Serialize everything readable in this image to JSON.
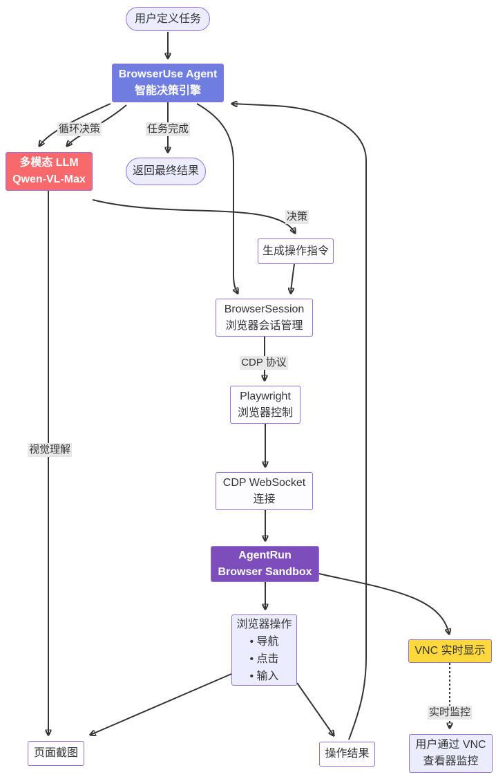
{
  "diagram": {
    "nodes": {
      "user_task": {
        "label": "用户定义任务"
      },
      "agent": {
        "line1": "BrowserUse Agent",
        "line2": "智能决策引擎"
      },
      "llm": {
        "line1": "多模态 LLM",
        "line2": "Qwen-VL-Max"
      },
      "final_result": {
        "label": "返回最终结果"
      },
      "gen_instruction": {
        "label": "生成操作指令"
      },
      "browser_session": {
        "line1": "BrowserSession",
        "line2": "浏览器会话管理"
      },
      "playwright": {
        "line1": "Playwright",
        "line2": "浏览器控制"
      },
      "cdp_websocket": {
        "line1": "CDP WebSocket",
        "line2": "连接"
      },
      "agentrun": {
        "line1": "AgentRun",
        "line2": "Browser Sandbox"
      },
      "browser_ops": {
        "title": "浏览器操作",
        "bullets": [
          "• 导航",
          "• 点击",
          "• 输入"
        ]
      },
      "vnc": {
        "label": "VNC 实时显示"
      },
      "vnc_viewer": {
        "line1": "用户通过 VNC",
        "line2": "查看器监控"
      },
      "screenshot": {
        "label": "页面截图"
      },
      "op_result": {
        "label": "操作结果"
      }
    },
    "edge_labels": {
      "loop_decision": "循环决策",
      "task_done": "任务完成",
      "decision": "决策",
      "cdp_protocol": "CDP 协议",
      "visual_understanding": "视觉理解",
      "realtime_monitor": "实时监控"
    },
    "colors": {
      "edge": "#333333",
      "node_border": "#9370DB",
      "node_fill": "#fdfdff",
      "soft_fill": "#ECECFF",
      "agent_fill": "#6f7de0",
      "llm_fill": "#f8696b",
      "agentrun_fill": "#7d4dbb",
      "vnc_fill": "#ffd83d",
      "label_bg": "#e8e8e8",
      "text_dark": "#333333",
      "text_light": "#ffffff"
    }
  }
}
